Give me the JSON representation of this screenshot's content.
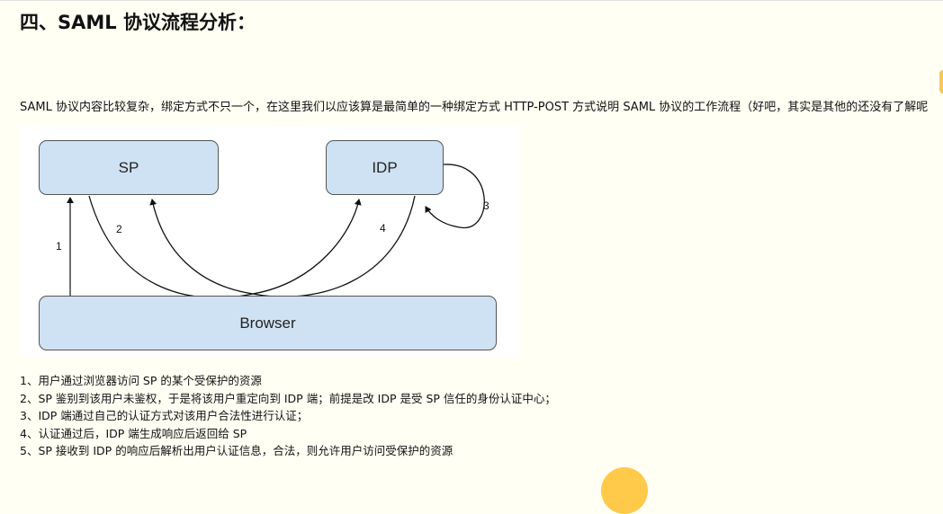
{
  "heading": "四、SAML 协议流程分析：",
  "intro": "SAML 协议内容比较复杂，绑定方式不只一个，在这里我们以应该算是最简单的一种绑定方式 HTTP-POST 方式说明 SAML 协议的工作流程（好吧，其实是其他的还没有了解呢",
  "diagram": {
    "nodes": {
      "sp": "SP",
      "idp": "IDP",
      "browser": "Browser"
    },
    "edge_labels": {
      "e1": "1",
      "e2": "2",
      "e3": "3",
      "e4": "4"
    },
    "colors": {
      "node_fill": "#cfe2f3",
      "node_border": "#555555",
      "edge": "#111111"
    }
  },
  "steps": [
    "1、用户通过浏览器访问 SP 的某个受保护的资源",
    "2、SP 鉴别到该用户未鉴权，于是将该用户重定向到 IDP 端；前提是改 IDP 是受 SP 信任的身份认证中心；",
    "3、IDP 端通过自己的认证方式对该用户合法性进行认证；",
    "4、认证通过后，IDP 端生成响应后返回给 SP",
    "5、SP 接收到 IDP 的响应后解析出用户认证信息，合法，则允许用户访问受保护的资源"
  ]
}
